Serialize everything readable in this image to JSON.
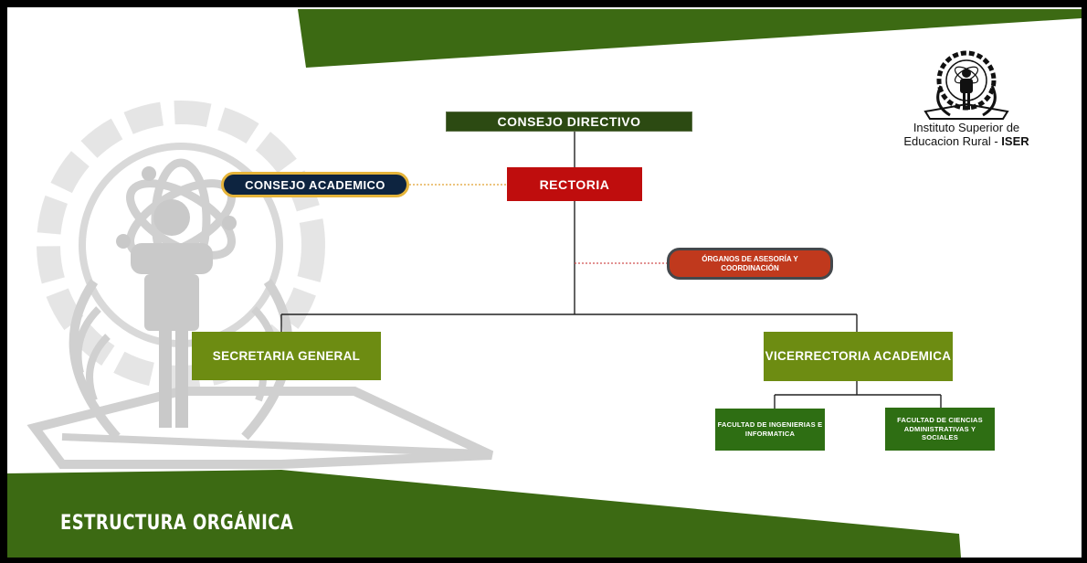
{
  "diagram": {
    "consejo_directivo": "CONSEJO DIRECTIVO",
    "rectoria": "RECTORIA",
    "consejo_academico": "CONSEJO ACADEMICO",
    "organos": "ÓRGANOS DE ASESORÍA Y COORDINACIÓN",
    "secretaria": "SECRETARIA GENERAL",
    "vicerrectoria": "VICERRECTORIA ACADEMICA",
    "facultad_ingenierias": "FACULTAD DE INGENIERIAS E INFORMATICA",
    "facultad_ciencias": "FACULTAD DE CIENCIAS ADMINISTRATIVAS Y SOCIALES"
  },
  "logo": {
    "line1": "Instituto Superior de",
    "line2_prefix": "Educacion Rural - ",
    "line2_bold": "ISER"
  },
  "footer": {
    "title": "ESTRUCTURA ORGÁNICA"
  },
  "colors": {
    "brand_green": "#3c6a13",
    "node_green": "#6d8c12",
    "dark_green": "#2c4a12",
    "red": "#bf0d0d",
    "navy": "#0d2440",
    "gold_border": "#e5b43a",
    "watermark_gray": "#cfcfcf"
  }
}
